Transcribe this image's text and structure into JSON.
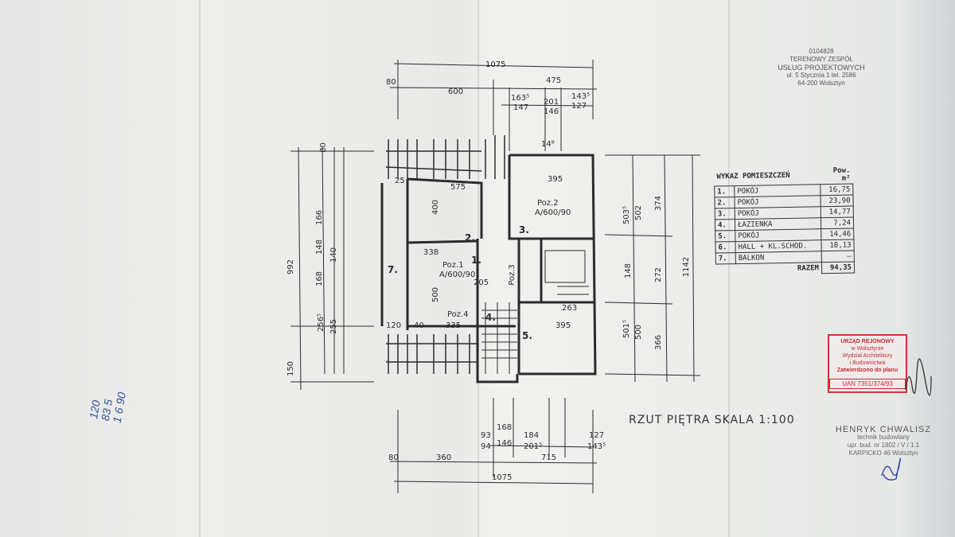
{
  "stamp_company": {
    "line1": "0104828",
    "line2": "TERENOWY ZESPÓŁ",
    "line3": "USŁUG PROJEKTOWYCH",
    "line4": "ul. 5 Stycznia 1   tel. 2586",
    "line5": "64-200  Wolsztyn"
  },
  "room_table": {
    "header_name": "WYKAZ POMIESZCZEŃ",
    "header_area": "Pow. m²",
    "rows": [
      {
        "num": "1.",
        "name": "POKÓJ",
        "area": "16,75"
      },
      {
        "num": "2.",
        "name": "POKÓJ",
        "area": "23,90"
      },
      {
        "num": "3.",
        "name": "POKÓJ",
        "area": "14,77"
      },
      {
        "num": "4.",
        "name": "ŁAZIENKA",
        "area": "7,24"
      },
      {
        "num": "5.",
        "name": "POKÓJ",
        "area": "14,46"
      },
      {
        "num": "6.",
        "name": "HALL + KL.SCHOD.",
        "area": "18,13"
      },
      {
        "num": "7.",
        "name": "BALKON",
        "area": "—"
      }
    ],
    "total_label": "RAZEM",
    "total_value": "94,35"
  },
  "drawing_title": "RZUT PIĘTRA SKALA 1:100",
  "red_stamp": {
    "line1": "URZĄD REJONOWY",
    "line2": "w Wolsztynie",
    "line3": "Wydział Architektury",
    "line4": "i Budownictwa",
    "line5": "Zatwierdzono do planu",
    "ref": "UAN 7351/374/93"
  },
  "designer_stamp": {
    "name": "HENRYK CHWALISZ",
    "title": "technik budowlany",
    "license": "upr. bud. nr 1802 / V / 1.1",
    "address": "KARPICKO 46   Wolsztyn"
  },
  "handwritten_note": [
    "120",
    "83 5",
    "1 6 90"
  ],
  "rooms": {
    "r1": "1.",
    "r2": "2.",
    "r3": "3.",
    "r4": "4.",
    "r5": "5.",
    "r7": "7."
  },
  "room_info": {
    "p1": "Poz.1",
    "p1_area": "A/600/90",
    "p2": "Poz.2",
    "p2_area": "A/600/90",
    "p4": "Poz.4",
    "p3": "Poz.3"
  },
  "dims": {
    "top_total": "1075",
    "top_left": "600",
    "top_right": "475",
    "top_80": "80",
    "top_163": "163⁵",
    "top_147": "147",
    "top_201": "201",
    "top_146": "146",
    "top_143": "143⁵",
    "top_127": "127",
    "bot_total": "1075",
    "bot_360": "360",
    "bot_715": "715",
    "bot_80": "80",
    "bot_93": "93",
    "bot_94": "94",
    "bot_168": "168",
    "bot_146": "146",
    "bot_184": "184",
    "bot_201": "201⁵",
    "bot_127": "127",
    "bot_143": "143⁵",
    "left_992": "992",
    "left_256": "256⁵",
    "left_255": "255",
    "left_150": "150",
    "left_168": "168",
    "left_166": "166",
    "left_140": "140",
    "left_148": "148",
    "left_80": "80",
    "in_575": "575",
    "in_395": "395",
    "in_400": "400",
    "in_500": "500",
    "in_338": "338",
    "in_335": "335",
    "in_395b": "395",
    "in_263": "263",
    "in_120": "120",
    "in_40": "40",
    "in_25": "25",
    "in_205": "205",
    "right_503": "503⁵",
    "right_502": "502",
    "right_501": "501⁵",
    "right_500": "500",
    "right_374": "374",
    "right_272": "272",
    "right_366": "366",
    "right_1142": "1142",
    "right_148": "148",
    "top_148": "14⁸"
  },
  "colors": {
    "ink": "#2b2b2b",
    "stamp_red": "#c52b33",
    "pen_blue": "#3552a3"
  }
}
